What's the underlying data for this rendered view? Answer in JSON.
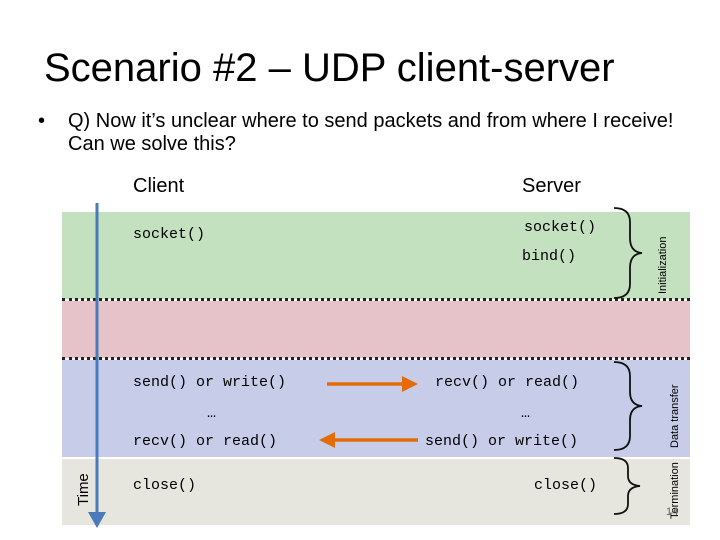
{
  "slide": {
    "title": "Scenario #2 – UDP client-server",
    "bullet_marker": "•",
    "bullet": "Q) Now it’s unclear where to send packets and from where I receive! Can we solve this?",
    "page_number": "14"
  },
  "columns": {
    "client": "Client",
    "server": "Server"
  },
  "phases": {
    "initialization": "Initialization",
    "data_transfer": "Data transfer",
    "termination": "Termination"
  },
  "time_label": "Time",
  "client_calls": {
    "socket": "socket()",
    "send": "send() or write()",
    "ellipsis": "…",
    "recv": "recv() or read()",
    "close": "close()"
  },
  "server_calls": {
    "socket": "socket()",
    "bind": "bind()",
    "recv": "recv() or read()",
    "ellipsis": "…",
    "send": "send() or write()",
    "close": "close()"
  },
  "colors": {
    "initialization_band": "#c3e0bf",
    "connection_band": "#e6c3c8",
    "data_transfer_band": "#c7cde9",
    "termination_band": "#e6e6de",
    "time_arrow": "#4a7ab8",
    "message_arrow": "#e36c09"
  }
}
